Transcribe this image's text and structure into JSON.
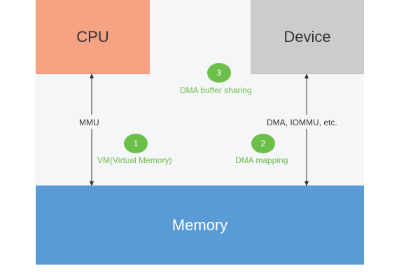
{
  "diagram": {
    "nodes": {
      "cpu": "CPU",
      "device": "Device",
      "memory": "Memory"
    },
    "links": {
      "cpu_memory": "MMU",
      "device_memory": "DMA, IOMMU, etc."
    },
    "steps": [
      {
        "number": "1",
        "label": "VM(Virtual Memory)"
      },
      {
        "number": "2",
        "label": "DMA mapping"
      },
      {
        "number": "3",
        "label": "DMA buffer sharing"
      }
    ],
    "colors": {
      "cpu": "#f6a384",
      "device": "#cccccc",
      "memory": "#5b9bd5",
      "step_badge": "#6cc04a",
      "step_text": "#6dbb4a"
    },
    "caption": ""
  }
}
